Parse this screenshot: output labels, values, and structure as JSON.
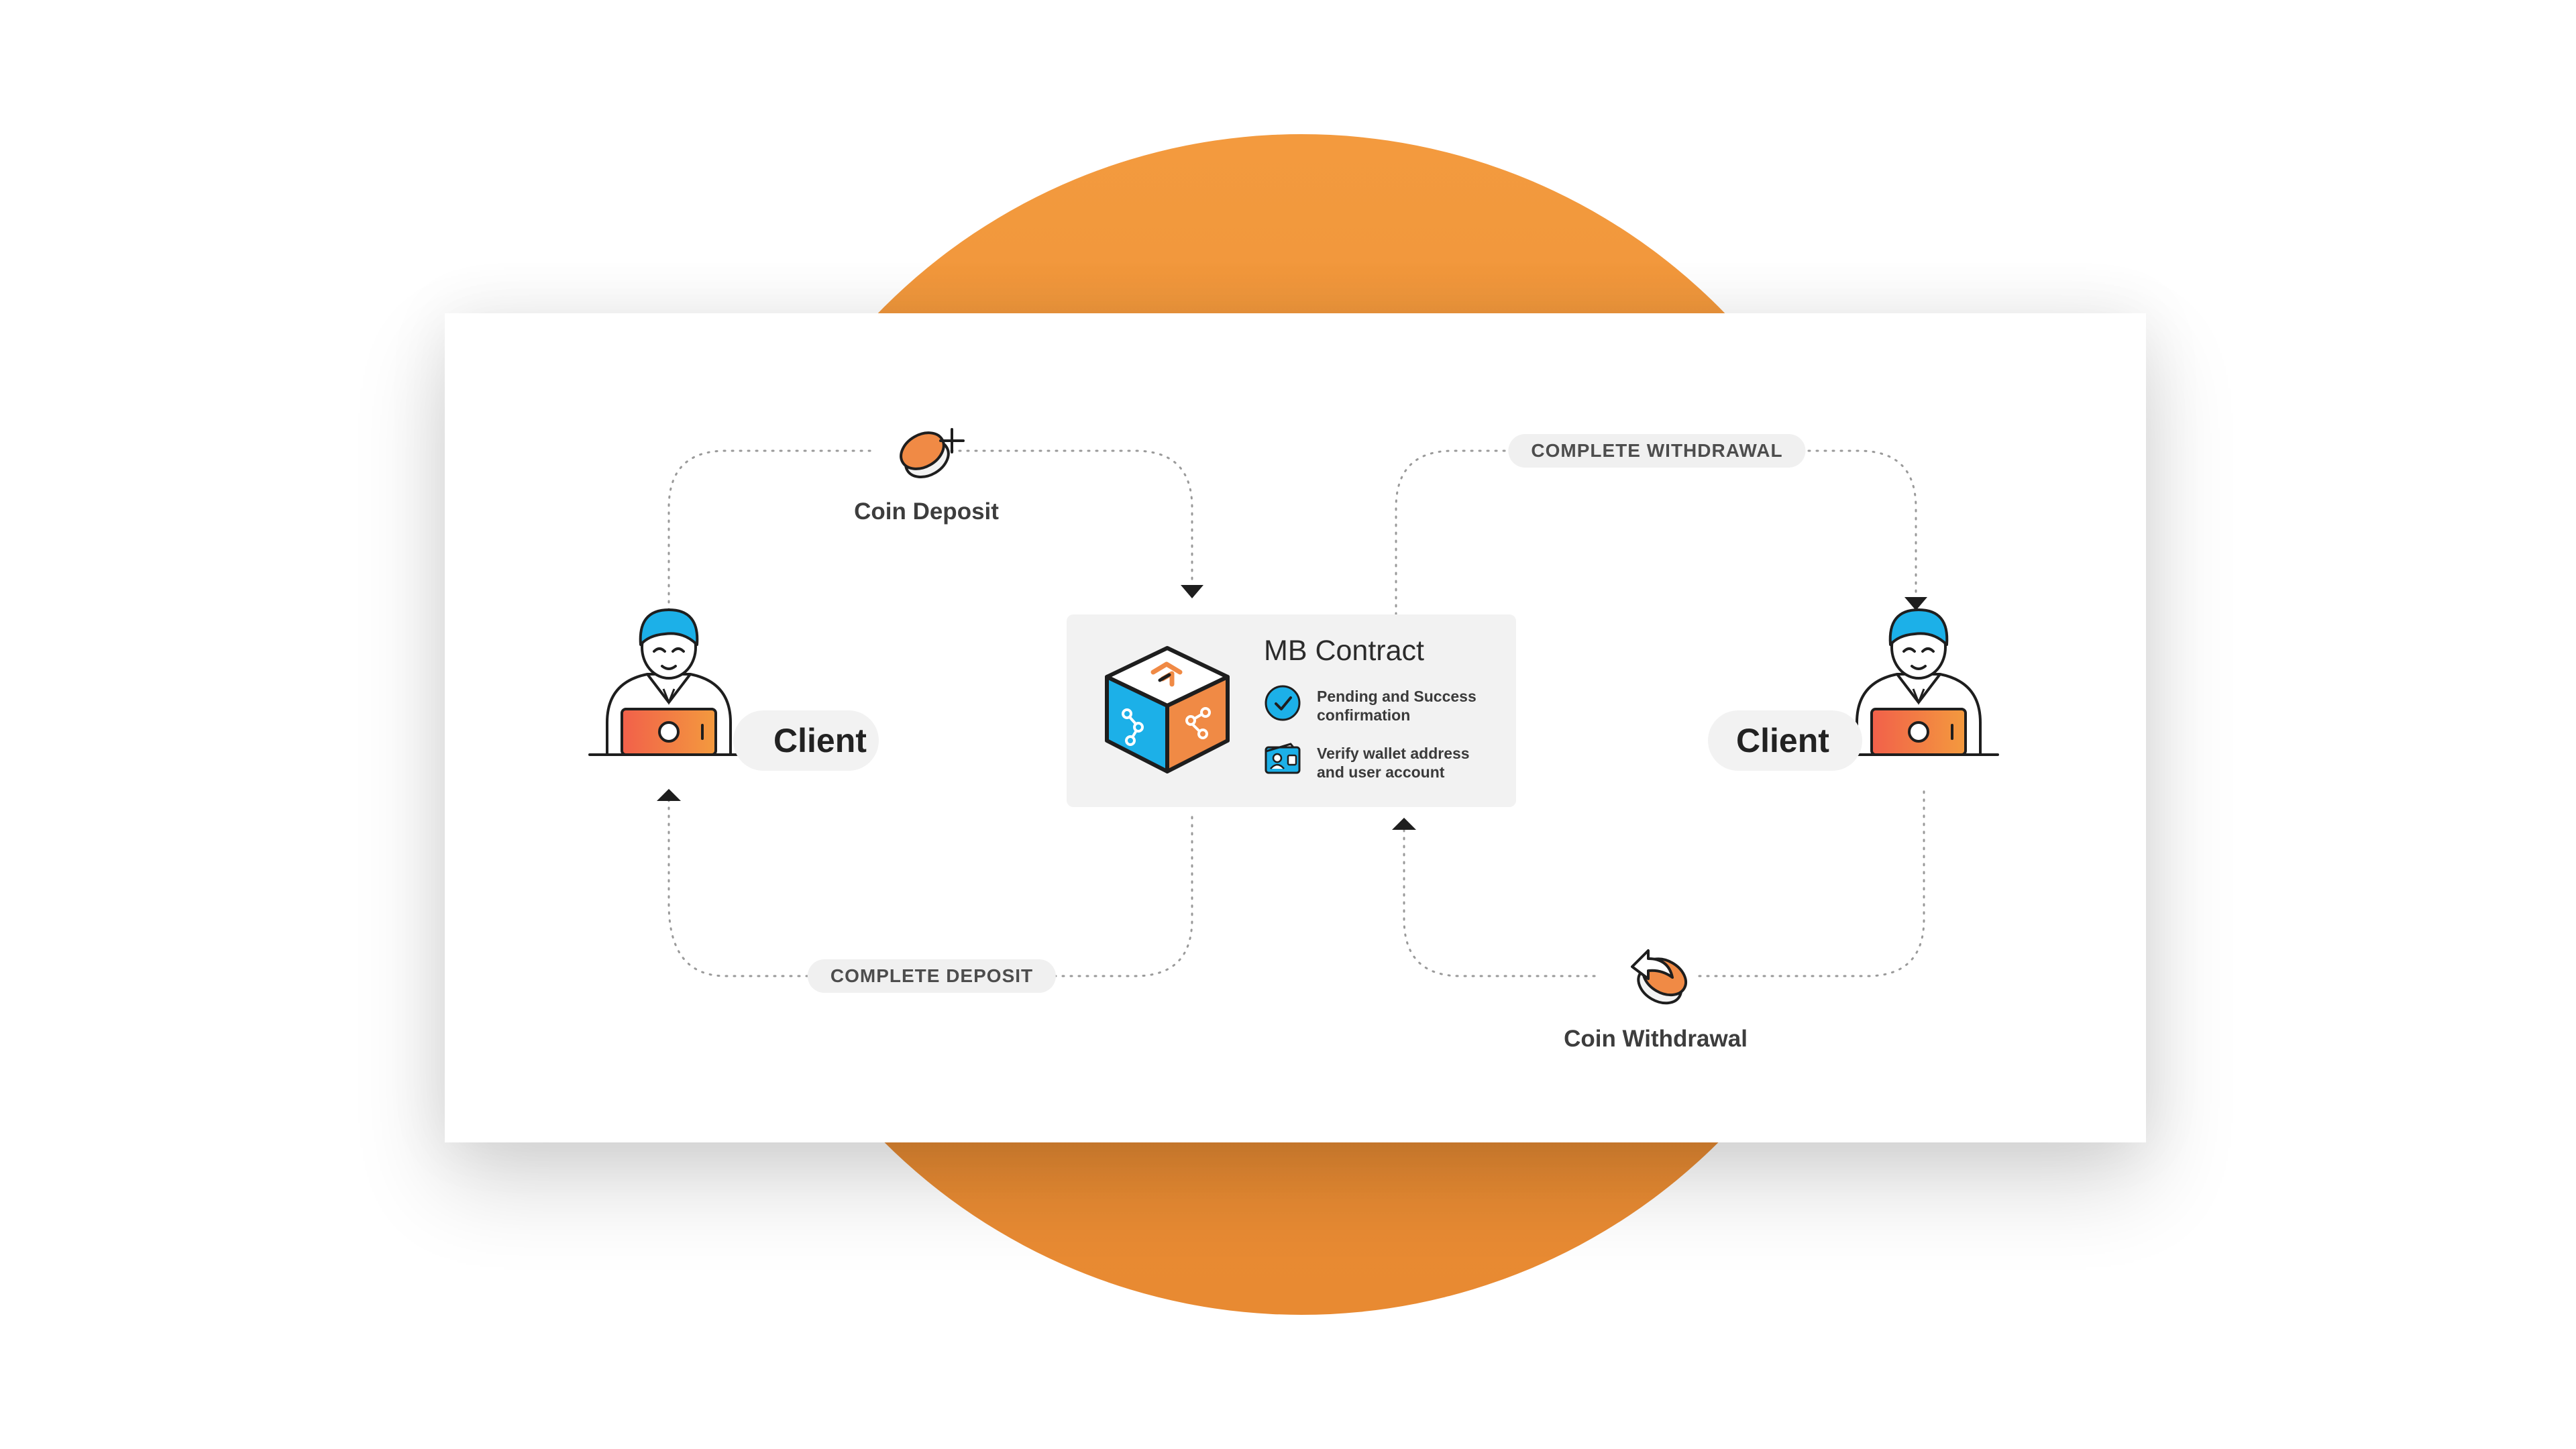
{
  "colors": {
    "orange": "#F39A3E",
    "blue": "#1CB0E8",
    "dark": "#2B2B2B",
    "pill_bg": "#F0F0F0"
  },
  "flow": {
    "coin_deposit_label": "Coin Deposit",
    "complete_deposit_label": "COMPLETE DEPOSIT",
    "complete_withdrawal_label": "COMPLETE WITHDRAWAL",
    "coin_withdrawal_label": "Coin Withdrawal"
  },
  "clients": {
    "left_label": "Client",
    "right_label": "Client"
  },
  "contract": {
    "title": "MB Contract",
    "features": [
      {
        "icon": "check-circle-icon",
        "line1": "Pending and Success",
        "line2": "confirmation"
      },
      {
        "icon": "wallet-id-icon",
        "line1": "Verify wallet address",
        "line2": "and user account"
      }
    ]
  },
  "icons": {
    "coin_deposit": "coin-plus-icon",
    "coin_withdrawal": "coin-return-icon",
    "contract": "cube-icon",
    "client": "person-laptop-icon"
  }
}
